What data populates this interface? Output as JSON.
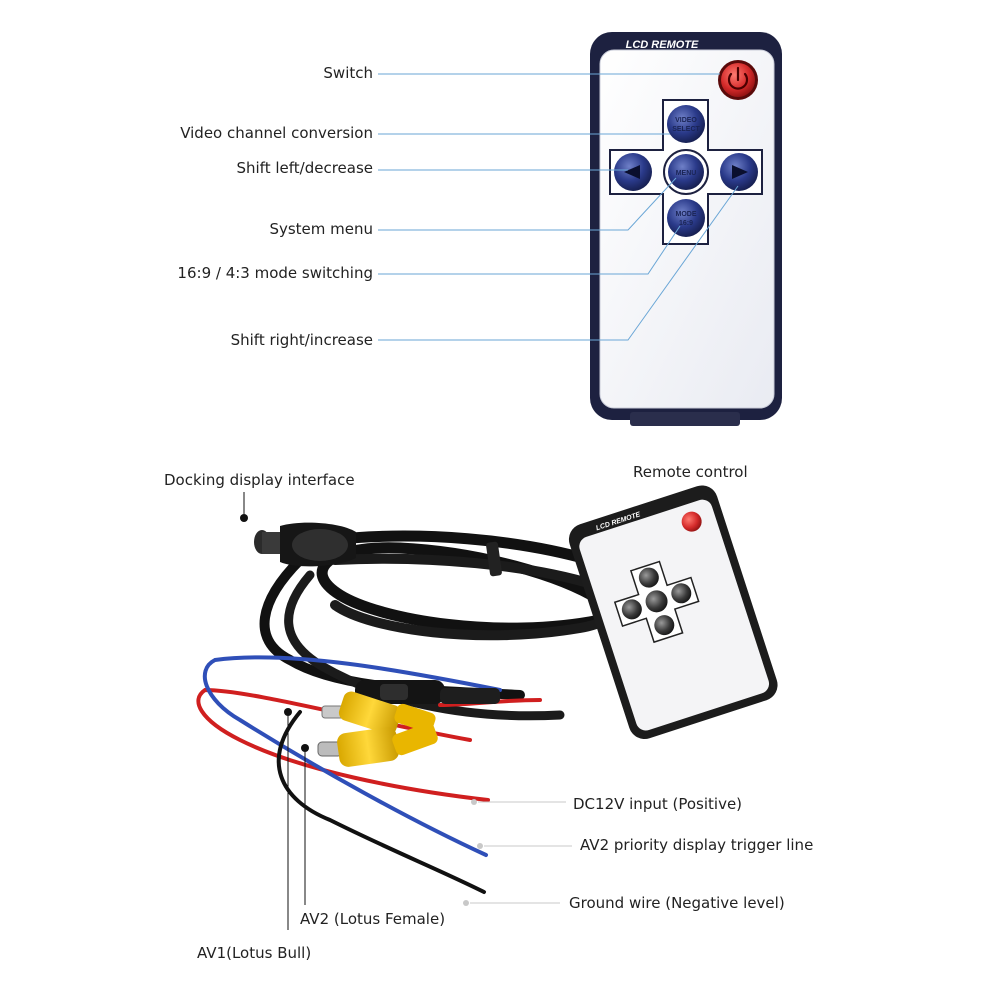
{
  "remote": {
    "title": "LCD REMOTE",
    "buttons": {
      "video": "VIDEO SELECT",
      "menu": "MENU",
      "mode": "MODE 16:9"
    }
  },
  "small_remote": {
    "title": "LCD REMOTE"
  },
  "labels": {
    "switch": "Switch",
    "video_channel": "Video channel conversion",
    "shift_left": "Shift left/decrease",
    "system_menu": "System menu",
    "mode_switching": "16:9 / 4:3 mode switching",
    "shift_right": "Shift right/increase",
    "docking": "Docking display interface",
    "remote_control": "Remote control",
    "dc12v": "DC12V input (Positive)",
    "av2_trigger": "AV2 priority display trigger line",
    "ground": "Ground wire (Negative level)",
    "av2": "AV2 (Lotus Female)",
    "av1": "AV1(Lotus Bull)"
  },
  "colors": {
    "button_blue": "#2a3a8a",
    "power_red": "#d42a2a",
    "leader_line": "#6aa6d6",
    "wire_red": "#d01f1f",
    "wire_blue": "#2f4fb8",
    "wire_black": "#111111",
    "rca_yellow": "#f2c20c"
  },
  "icons": [
    "power-icon",
    "arrow-left-icon",
    "arrow-right-icon"
  ]
}
